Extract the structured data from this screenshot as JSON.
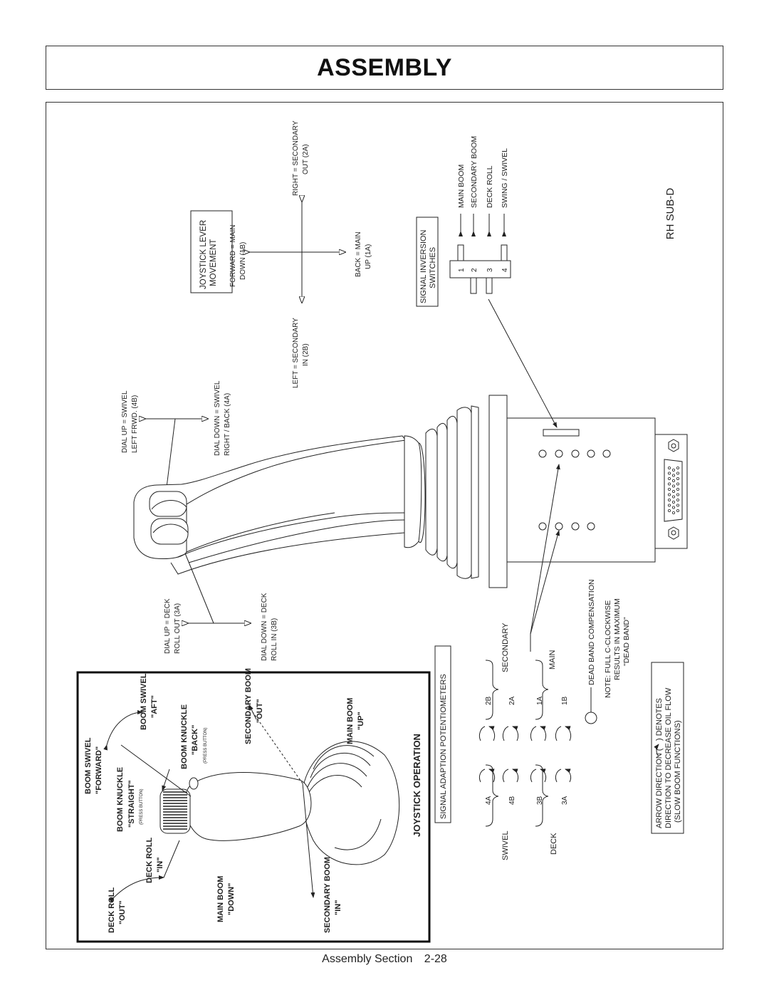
{
  "header": {
    "title": "ASSEMBLY"
  },
  "joystick_lever": {
    "title_line1": "JOYSTICK LEVER",
    "title_line2": "MOVEMENT",
    "forward_1": "FORWARD = MAIN",
    "forward_2": "DOWN (1B)",
    "back_1": "BACK = MAIN",
    "back_2": "UP (1A)",
    "right_1": "RIGHT = SECONDARY",
    "right_2": "OUT (2A)",
    "left_1": "LEFT = SECONDARY",
    "left_2": "IN (2B)"
  },
  "dials": {
    "swivel_up_1": "DIAL UP = SWIVEL",
    "swivel_up_2": "LEFT FRWD. (4B)",
    "swivel_down_1": "DIAL DOWN = SWIVEL",
    "swivel_down_2": "RIGHT / BACK (4A)",
    "deck_up_1": "DIAL UP = DECK",
    "deck_up_2": "ROLL OUT (3A)",
    "deck_down_1": "DIAL DOWN = DECK",
    "deck_down_2": "ROLL IN (3B)"
  },
  "inversion": {
    "title_1": "SIGNAL INVERSION",
    "title_2": "SWITCHES",
    "numbers": [
      "1",
      "2",
      "3",
      "4"
    ],
    "labels": [
      "MAIN BOOM",
      "SECONDARY BOOM",
      "DECK ROLL",
      "SWING / SWIVEL"
    ]
  },
  "rh_sub_d": "RH SUB-D",
  "potentiometers": {
    "title": "SIGNAL ADAPTION POTENTIOMETERS",
    "left_labels": [
      "4A",
      "4B",
      "3B",
      "3A"
    ],
    "right_labels": [
      "2B",
      "2A",
      "1A",
      "1B"
    ],
    "swivel": "SWIVEL",
    "deck": "DECK",
    "secondary": "SECONDARY",
    "main": "MAIN",
    "dead_band": "DEAD BAND COMPENSATION",
    "note_1": "NOTE: FULL C-CLOCKWISE",
    "note_2": "RESULTS IN MAXIMUM",
    "note_3": "\"DEAD BAND\""
  },
  "arrow_note": {
    "line1a": "ARROW DIRECTION (",
    "line1b": ") DENOTES",
    "line2": "DIRECTION TO DECREASE OIL FLOW",
    "line3": "(SLOW BOOM FUNCTIONS)"
  },
  "operation": {
    "title": "JOYSTICK OPERATION",
    "boom_swivel_fwd_1": "BOOM SWIVEL",
    "boom_swivel_fwd_2": "\"FORWARD\"",
    "boom_swivel_aft_1": "BOOM SWIVEL",
    "boom_swivel_aft_2": "\"AFT\"",
    "knuckle_straight_1": "BOOM KNUCKLE",
    "knuckle_straight_2": "\"STRAIGHT\"",
    "knuckle_straight_3": "(PRESS BUTTON)",
    "knuckle_back_1": "BOOM KNUCKLE",
    "knuckle_back_2": "\"BACK\"",
    "knuckle_back_3": "(PRESS BUTTON)",
    "secondary_out_1": "SECONDARY BOOM",
    "secondary_out_2": "\"OUT\"",
    "main_up_1": "MAIN BOOM",
    "main_up_2": "\"UP\"",
    "deck_in_1": "DECK ROLL",
    "deck_in_2": "\"IN\"",
    "deck_out_1": "DECK ROLL",
    "deck_out_2": "\"OUT\"",
    "main_down_1": "MAIN BOOM",
    "main_down_2": "\"DOWN\"",
    "secondary_in_1": "SECONDARY BOOM",
    "secondary_in_2": "\"IN\""
  },
  "footer": {
    "section": "Assembly Section",
    "page": "2-28"
  }
}
